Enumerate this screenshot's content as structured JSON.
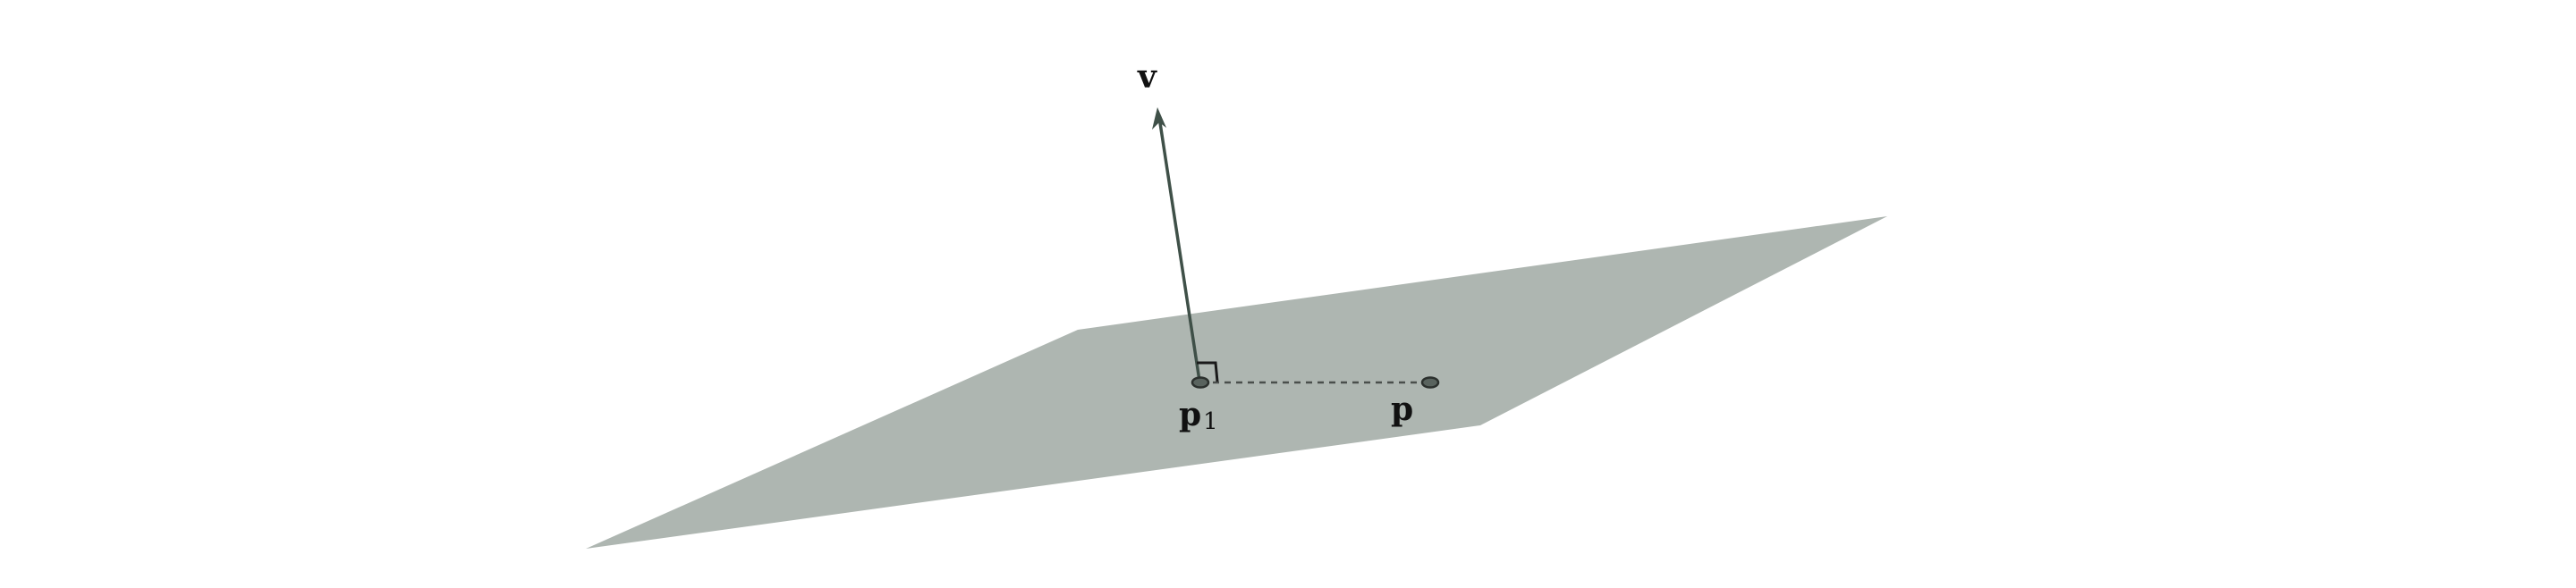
{
  "diagram": {
    "labels": {
      "vector": "v",
      "point_base": "p",
      "point_base_subscript": "1",
      "point": "p"
    },
    "colors": {
      "plane": "#aeb6b1",
      "vector": "#3f5048",
      "point_fill": "#59635e",
      "point_stroke": "#2b302d",
      "dashed": "#4a4f4c",
      "right_angle": "#1a1a1a",
      "background": "#ffffff"
    }
  }
}
